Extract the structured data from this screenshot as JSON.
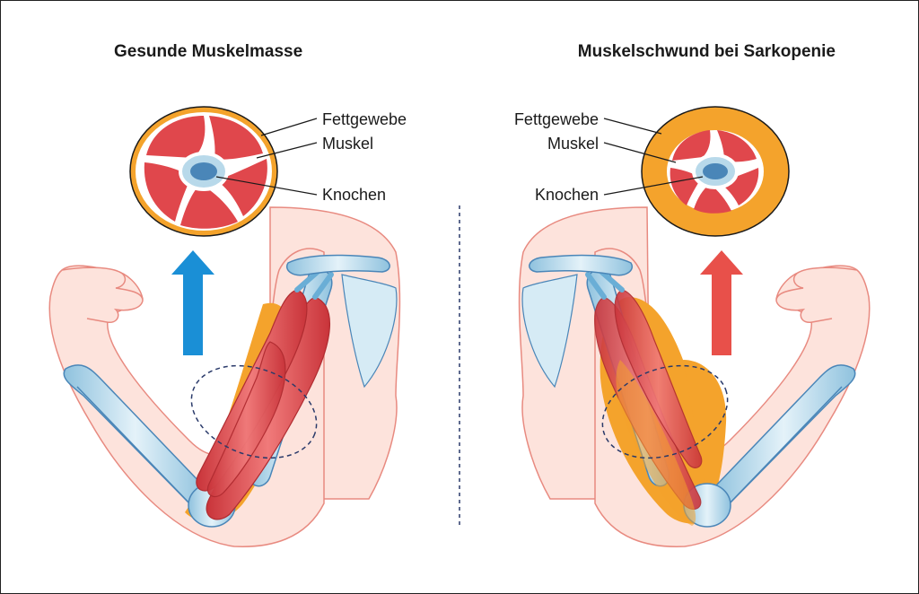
{
  "left_panel": {
    "title": "Gesunde Muskelmasse",
    "labels": {
      "fat": "Fettgewebe",
      "muscle": "Muskel",
      "bone": "Knochen"
    },
    "arrow_color": "#1a8fd6"
  },
  "right_panel": {
    "title": "Muskelschwund bei Sarkopenie",
    "labels": {
      "fat": "Fettgewebe",
      "muscle": "Muskel",
      "bone": "Knochen"
    },
    "arrow_color": "#e8504a"
  },
  "colors": {
    "fat": "#f4a32c",
    "muscle": "#e0474c",
    "muscle_light": "#f07a7a",
    "bone": "#b8d9ea",
    "skin": "#fde3dc",
    "skin_line": "#e88a80",
    "bone_line": "#4a86b8"
  }
}
